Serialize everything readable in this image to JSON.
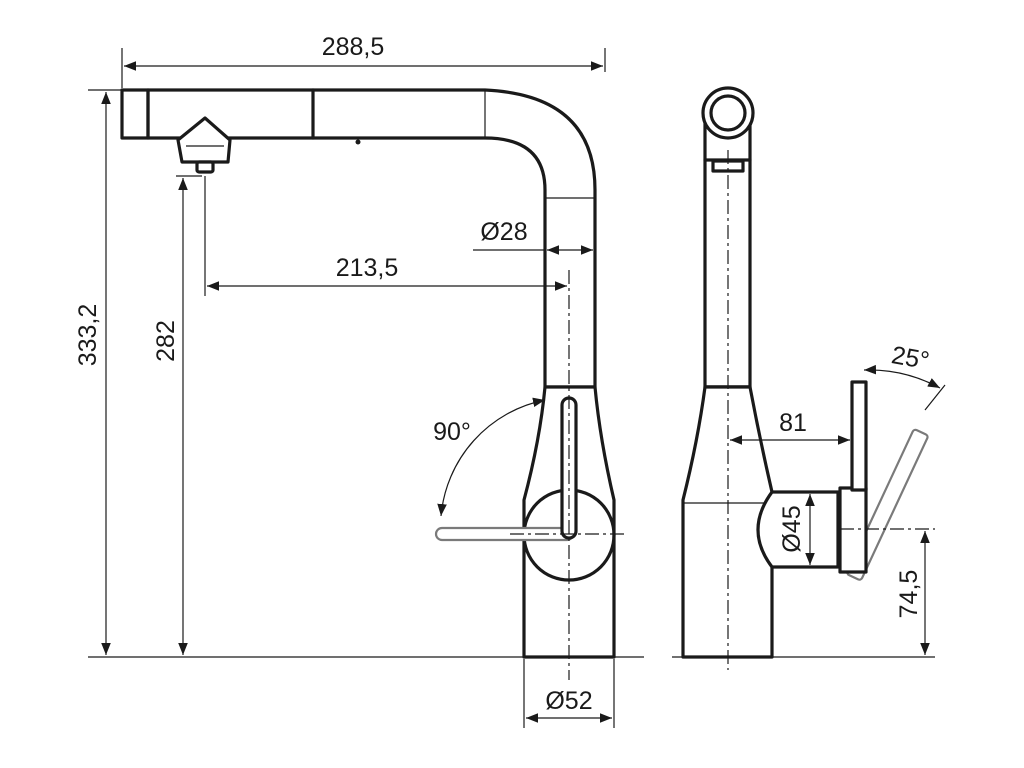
{
  "dimensions": {
    "overall_width": "288,5",
    "total_height": "333,2",
    "spout_height": "282",
    "reach": "213,5",
    "spout_diameter": "Ø28",
    "base_diameter": "Ø52",
    "handle_rotation": "90°",
    "handle_tilt": "25°",
    "lever_offset": "81",
    "body_diameter": "Ø45",
    "lever_axis_height": "74,5"
  },
  "colors": {
    "line": "#1a1a1a",
    "ghost_handle": "#7a7a7a",
    "background": "#ffffff"
  }
}
